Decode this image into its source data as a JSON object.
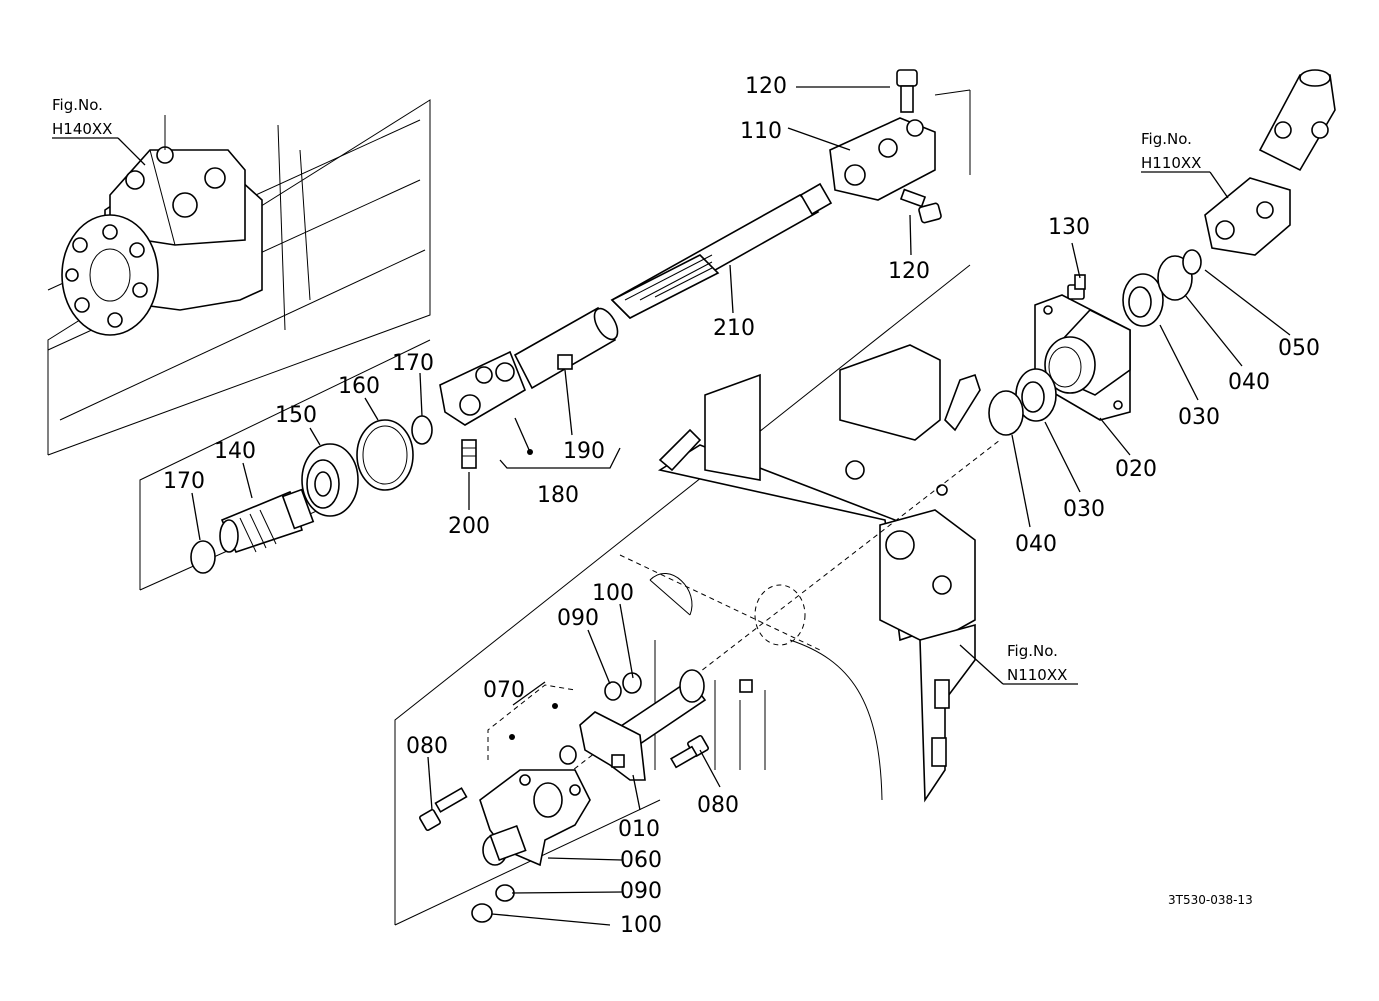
{
  "figure_refs": {
    "h140": {
      "label": "Fig.No.",
      "code": "H140XX"
    },
    "h110": {
      "label": "Fig.No.",
      "code": "H110XX"
    },
    "n110": {
      "label": "Fig.No.",
      "code": "N110XX"
    }
  },
  "part_labels": {
    "p120_top": "120",
    "p110": "110",
    "p120_bottom": "120",
    "p210": "210",
    "p130": "130",
    "p170_upper": "170",
    "p160": "160",
    "p150": "150",
    "p140": "140",
    "p170_lower": "170",
    "p190": "190",
    "p180": "180",
    "p200": "200",
    "p020": "020",
    "p030_right": "030",
    "p040_right": "040",
    "p050": "050",
    "p030_left": "030",
    "p040_left": "040",
    "p100_top": "100",
    "p090_top": "090",
    "p070": "070",
    "p080_left": "080",
    "p080_right": "080",
    "p010": "010",
    "p060": "060",
    "p090_bottom": "090",
    "p100_bottom": "100"
  },
  "drawing_code": "3T530-038-13"
}
